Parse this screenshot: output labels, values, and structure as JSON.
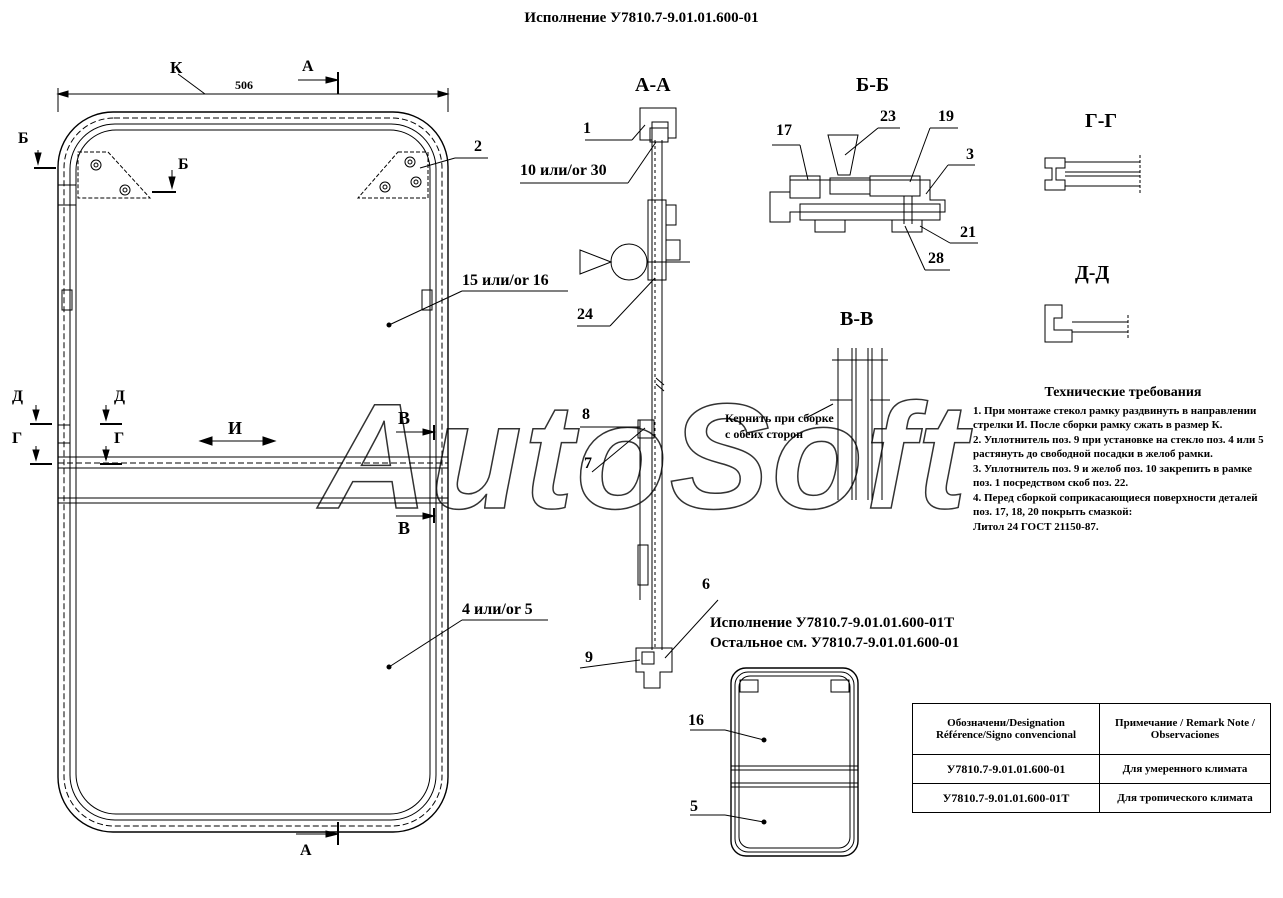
{
  "title": "Исполнение У7810.7-9.01.01.600-01",
  "dimensions": {
    "width_value": "506",
    "K": "К"
  },
  "sections": {
    "aa": "А-А",
    "bb": "Б-Б",
    "vv": "В-В",
    "gg": "Г-Г",
    "dd": "Д-Д"
  },
  "markers": {
    "a_top": "А",
    "a_bottom": "А",
    "b_left": "Б",
    "b_right": "Б",
    "d_left": "Д",
    "d_right": "Д",
    "g_left": "Г",
    "g_right": "Г",
    "v_top": "В",
    "v_bottom": "В",
    "i": "И"
  },
  "callouts": {
    "p1": "1",
    "p2": "2",
    "p3": "3",
    "p4_5": "4 или/or 5",
    "p5_small": "5",
    "p6": "6",
    "p7": "7",
    "p8": "8",
    "p9": "9",
    "p10_30": "10 или/or 30",
    "p15_16": "15 или/or 16",
    "p16_small": "16",
    "p17": "17",
    "p19": "19",
    "p21": "21",
    "p23": "23",
    "p24": "24",
    "p28": "28"
  },
  "note_text": "Кернить при сборке с обеих сторон",
  "requirements": {
    "title": "Технические требования",
    "items": [
      "1. При монтаже стекол рамку раздвинуть в направлении стрелки И. После сборки рамку сжать в размер К.",
      "2. Уплотнитель поз. 9 при установке на стекло поз. 4 или 5 растянуть до свободной посадки в желоб рамки.",
      "3. Уплотнитель поз. 9 и желоб поз. 10 закрепить в рамке поз. 1 посредством скоб поз. 22.",
      "4. Перед сборкой соприкасающиеся поверхности деталей поз. 17, 18, 20 покрыть смазкой:",
      "Литол 24 ГОСТ 21150-87."
    ]
  },
  "tropical": {
    "line1": "Исполнение У7810.7-9.01.01.600-01Т",
    "line2": "Остальное см. У7810.7-9.01.01.600-01"
  },
  "table": {
    "headers": [
      "Обозначени/Designation Référence/Signo convencional",
      "Примечание / Remark Note / Observaciones"
    ],
    "rows": [
      {
        "designation": "У7810.7-9.01.01.600-01",
        "remark": "Для умеренного климата"
      },
      {
        "designation": "У7810.7-9.01.01.600-01Т",
        "remark": "Для тропического климата"
      }
    ]
  },
  "watermark": "AutoSoft"
}
